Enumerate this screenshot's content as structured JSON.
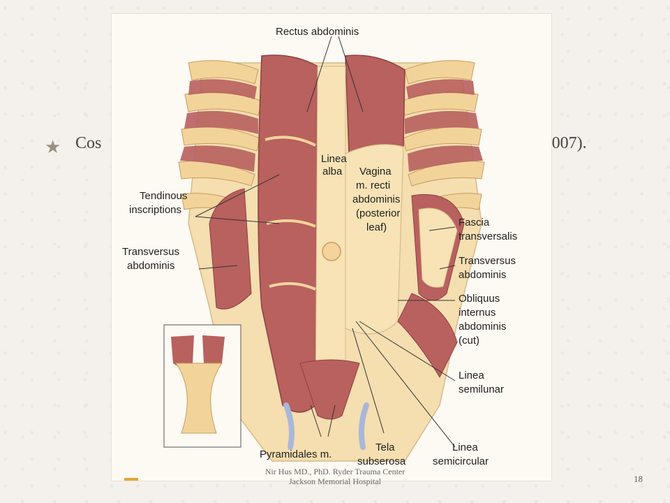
{
  "slide": {
    "bullet_symbol": "★",
    "body_text_visible_left": "Cos",
    "body_text_visible_right": "ni 2007).",
    "footer_lines": [
      "Nir Hus MD., PhD. Ryder Trauma Center",
      "Jackson Memorial Hospital"
    ],
    "page_number": "18",
    "accent_color": "#e0a838"
  },
  "figure": {
    "labels": {
      "rectus_abdominis": "Rectus abdominis",
      "linea_alba_1": "Linea",
      "linea_alba_2": "alba",
      "vagina_1": "Vagina",
      "vagina_2": "m. recti",
      "vagina_3": "abdominis",
      "vagina_4": "(posterior",
      "vagina_5": "leaf)",
      "tendinous_1": "Tendinous",
      "tendinous_2": "inscriptions",
      "transversus_left_1": "Transversus",
      "transversus_left_2": "abdominis",
      "fascia_1": "Fascia",
      "fascia_2": "transversalis",
      "transversus_right_1": "Transversus",
      "transversus_right_2": "abdominis",
      "obliquus_1": "Obliquus",
      "obliquus_2": "internus",
      "obliquus_3": "abdominis",
      "obliquus_4": "(cut)",
      "semilunar_1": "Linea",
      "semilunar_2": "semilunar",
      "pyramidales": "Pyramidales m.",
      "tela_1": "Tela",
      "tela_2": "subserosa",
      "semicircular_1": "Linea",
      "semicircular_2": "semicircular"
    },
    "colors": {
      "muscle": "#b8615f",
      "muscle_dark": "#8f3f40",
      "tendon": "#f7e3b5",
      "fascia": "#f5deb0",
      "rib": "#f2d49a",
      "vessel": "#a9b7d8"
    }
  }
}
